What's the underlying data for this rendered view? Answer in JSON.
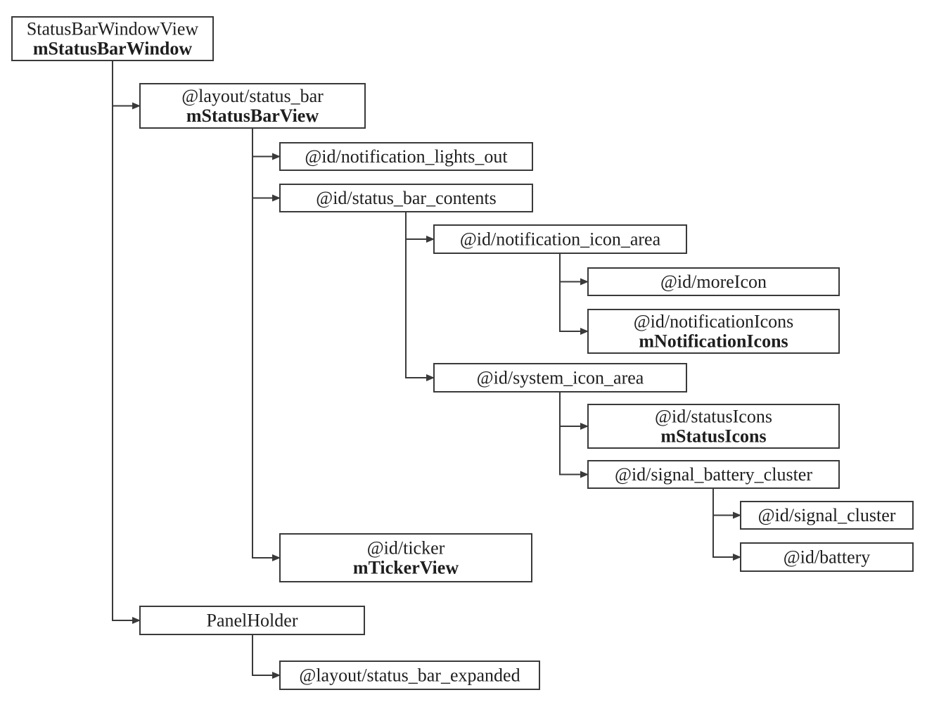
{
  "nodes": [
    {
      "id": "status-bar-window-view",
      "lines": [
        {
          "text": "StatusBarWindowView",
          "bold": false
        },
        {
          "text": "mStatusBarWindow",
          "bold": true
        }
      ]
    },
    {
      "id": "layout-status-bar",
      "lines": [
        {
          "text": "@layout/status_bar",
          "bold": false
        },
        {
          "text": "mStatusBarView",
          "bold": true
        }
      ]
    },
    {
      "id": "notification-lights-out",
      "lines": [
        {
          "text": "@id/notification_lights_out",
          "bold": false
        }
      ]
    },
    {
      "id": "status-bar-contents",
      "lines": [
        {
          "text": "@id/status_bar_contents",
          "bold": false
        }
      ]
    },
    {
      "id": "notification-icon-area",
      "lines": [
        {
          "text": "@id/notification_icon_area",
          "bold": false
        }
      ]
    },
    {
      "id": "more-icon",
      "lines": [
        {
          "text": "@id/moreIcon",
          "bold": false
        }
      ]
    },
    {
      "id": "notification-icons",
      "lines": [
        {
          "text": "@id/notificationIcons",
          "bold": false
        },
        {
          "text": "mNotificationIcons",
          "bold": true
        }
      ]
    },
    {
      "id": "system-icon-area",
      "lines": [
        {
          "text": "@id/system_icon_area",
          "bold": false
        }
      ]
    },
    {
      "id": "status-icons",
      "lines": [
        {
          "text": "@id/statusIcons",
          "bold": false
        },
        {
          "text": "mStatusIcons",
          "bold": true
        }
      ]
    },
    {
      "id": "signal-battery-cluster",
      "lines": [
        {
          "text": "@id/signal_battery_cluster",
          "bold": false
        }
      ]
    },
    {
      "id": "signal-cluster",
      "lines": [
        {
          "text": "@id/signal_cluster",
          "bold": false
        }
      ]
    },
    {
      "id": "battery",
      "lines": [
        {
          "text": "@id/battery",
          "bold": false
        }
      ]
    },
    {
      "id": "ticker",
      "lines": [
        {
          "text": "@id/ticker",
          "bold": false
        },
        {
          "text": "mTickerView",
          "bold": true
        }
      ]
    },
    {
      "id": "panel-holder",
      "lines": [
        {
          "text": "PanelHolder",
          "bold": false
        }
      ]
    },
    {
      "id": "layout-status-bar-expanded",
      "lines": [
        {
          "text": "@layout/status_bar_expanded",
          "bold": false
        }
      ]
    }
  ],
  "edges": [
    {
      "from": "status-bar-window-view",
      "to": "layout-status-bar"
    },
    {
      "from": "status-bar-window-view",
      "to": "panel-holder"
    },
    {
      "from": "layout-status-bar",
      "to": "notification-lights-out"
    },
    {
      "from": "layout-status-bar",
      "to": "status-bar-contents"
    },
    {
      "from": "layout-status-bar",
      "to": "ticker"
    },
    {
      "from": "status-bar-contents",
      "to": "notification-icon-area"
    },
    {
      "from": "status-bar-contents",
      "to": "system-icon-area"
    },
    {
      "from": "notification-icon-area",
      "to": "more-icon"
    },
    {
      "from": "notification-icon-area",
      "to": "notification-icons"
    },
    {
      "from": "system-icon-area",
      "to": "status-icons"
    },
    {
      "from": "system-icon-area",
      "to": "signal-battery-cluster"
    },
    {
      "from": "signal-battery-cluster",
      "to": "signal-cluster"
    },
    {
      "from": "signal-battery-cluster",
      "to": "battery"
    },
    {
      "from": "panel-holder",
      "to": "layout-status-bar-expanded"
    }
  ]
}
